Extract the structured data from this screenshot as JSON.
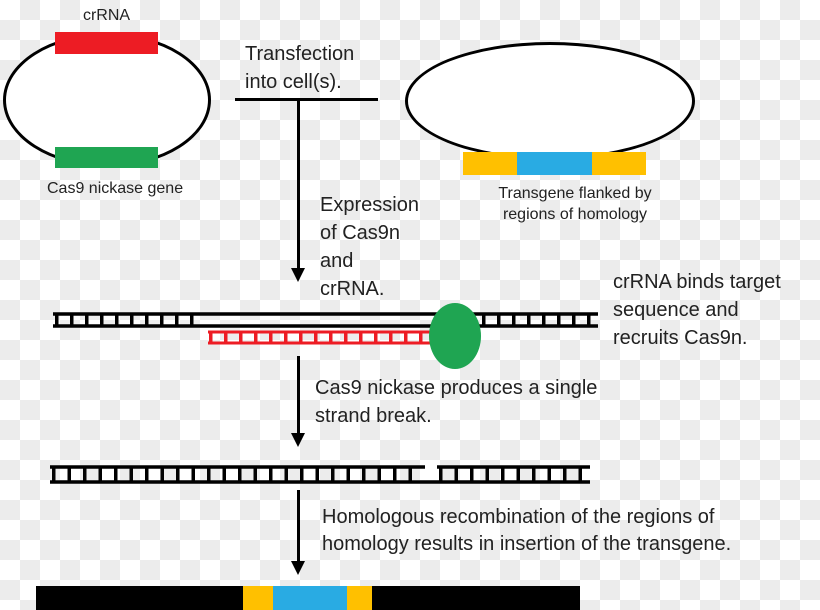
{
  "plasmid1": {
    "gene_top_label": "crRNA",
    "gene_bottom_label": "Cas9 nickase gene"
  },
  "plasmid2": {
    "caption": "Transgene flanked by\nregions of homology"
  },
  "steps": {
    "transfection": "Transfection\ninto cell(s).",
    "expression": "Expression\nof Cas9n\nand\ncrRNA.",
    "binding": "crRNA binds target\nsequence and\nrecruits Cas9n.",
    "nick": "Cas9 nickase produces a single\nstrand break.",
    "recombination": "Homologous recombination of the regions of\nhomology results in insertion of the transgene."
  },
  "colors": {
    "crRNA_red": "#ED1C24",
    "cas9_green": "#1FA552",
    "homology_yellow": "#FFC000",
    "transgene_blue": "#29ABE3",
    "strand_black": "#000000"
  }
}
